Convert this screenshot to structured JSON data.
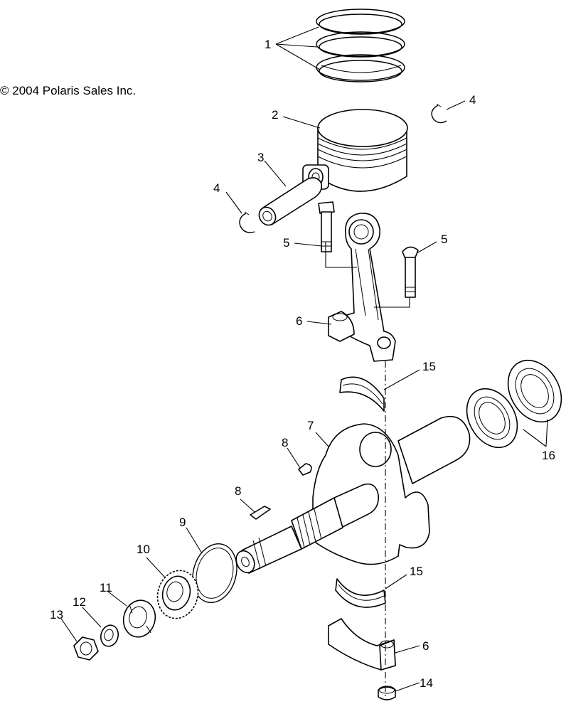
{
  "diagram": {
    "copyright": "© 2004 Polaris Sales Inc.",
    "callouts": [
      {
        "id": "c1",
        "text": "1"
      },
      {
        "id": "c2",
        "text": "2"
      },
      {
        "id": "c3",
        "text": "3"
      },
      {
        "id": "c4a",
        "text": "4"
      },
      {
        "id": "c4b",
        "text": "4"
      },
      {
        "id": "c5a",
        "text": "5"
      },
      {
        "id": "c5b",
        "text": "5"
      },
      {
        "id": "c6a",
        "text": "6"
      },
      {
        "id": "c6b",
        "text": "6"
      },
      {
        "id": "c7",
        "text": "7"
      },
      {
        "id": "c8a",
        "text": "8"
      },
      {
        "id": "c8b",
        "text": "8"
      },
      {
        "id": "c9",
        "text": "9"
      },
      {
        "id": "c10",
        "text": "10"
      },
      {
        "id": "c11",
        "text": "11"
      },
      {
        "id": "c12",
        "text": "12"
      },
      {
        "id": "c13",
        "text": "13"
      },
      {
        "id": "c14",
        "text": "14"
      },
      {
        "id": "c15a",
        "text": "15"
      },
      {
        "id": "c15b",
        "text": "15"
      },
      {
        "id": "c16",
        "text": "16"
      }
    ]
  }
}
